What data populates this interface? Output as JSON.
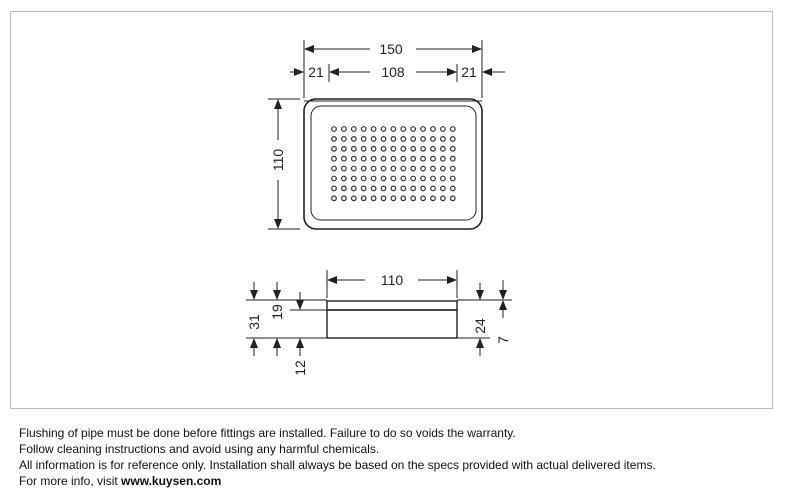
{
  "dimensions": {
    "top_width": "150",
    "left_margin": "21",
    "inner_width": "108",
    "right_margin": "21",
    "depth": "110",
    "side_width": "110",
    "total_height": "31",
    "body_height": "19",
    "bottom_offset": "12",
    "right_height": "24",
    "lip_height": "7"
  },
  "notes": {
    "line1": "Flushing of pipe must be done before fittings are installed. Failure to do so voids the warranty.",
    "line2": "Follow cleaning instructions and avoid using any harmful chemicals.",
    "line3": "All information is for reference only. Installation shall always be based on the specs provided with actual delivered items.",
    "line4_prefix": "For more info, visit ",
    "line4_link": "www.kuysen.com"
  }
}
